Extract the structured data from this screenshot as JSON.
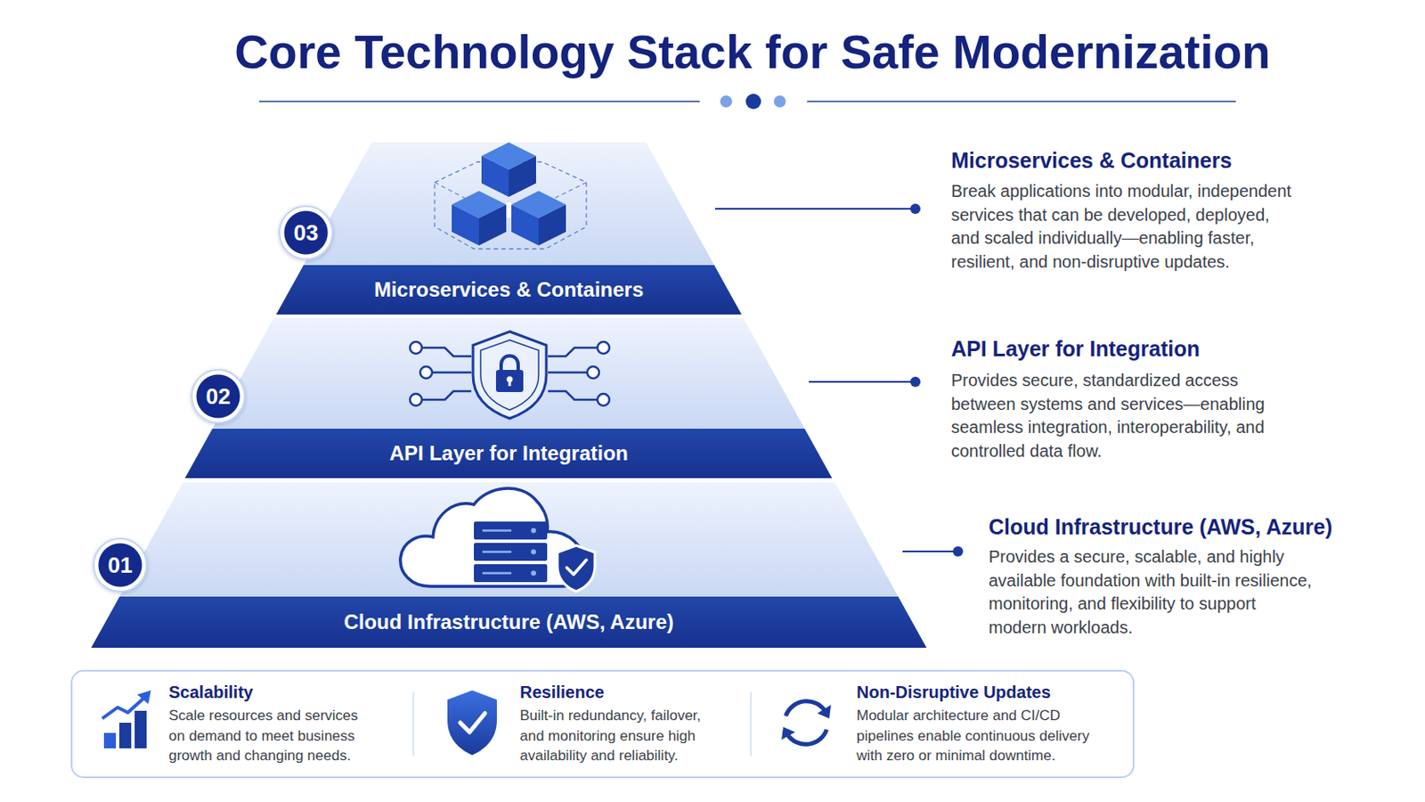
{
  "diagram": {
    "title": "Core Technology Stack for Safe Modernization",
    "nodes": [
      {
        "text": [
          "03"
        ]
      },
      {
        "text": [
          "Microservices & Containers"
        ]
      },
      {
        "text": [
          "02"
        ]
      },
      {
        "text": [
          "API Layer for Integration"
        ]
      },
      {
        "text": [
          "01"
        ]
      },
      {
        "text": [
          "Cloud Infrastructure (AWS, Azure)"
        ]
      },
      {
        "text": [
          "Scalability",
          "Scale resources and services on demand to meet business growth and changing needs."
        ]
      },
      {
        "text": [
          "Resilience",
          "Built-in redundancy, failover, and monitoring ensure high availability and reliability."
        ]
      },
      {
        "text": [
          "Non-Disruptive Updates",
          "Modular architecture and CI/CD pipelines enable continuous delivery with zero or minimal downtime."
        ]
      }
    ],
    "labels": [
      "Microservices & Containers",
      "Break applications into modular, independent services that can be developed, deployed, and scaled individually—enabling faster, resilient, and non-disruptive updates.",
      "API Layer for Integration",
      "Provides secure, standardized access between systems and services—enabling seamless integration, interoperability, and controlled data flow.",
      "Cloud Infrastructure (AWS, Azure)",
      "Provides a secure, scalable, and highly available foundation with built-in resilience, monitoring, and flexibility to support modern workloads."
    ]
  }
}
